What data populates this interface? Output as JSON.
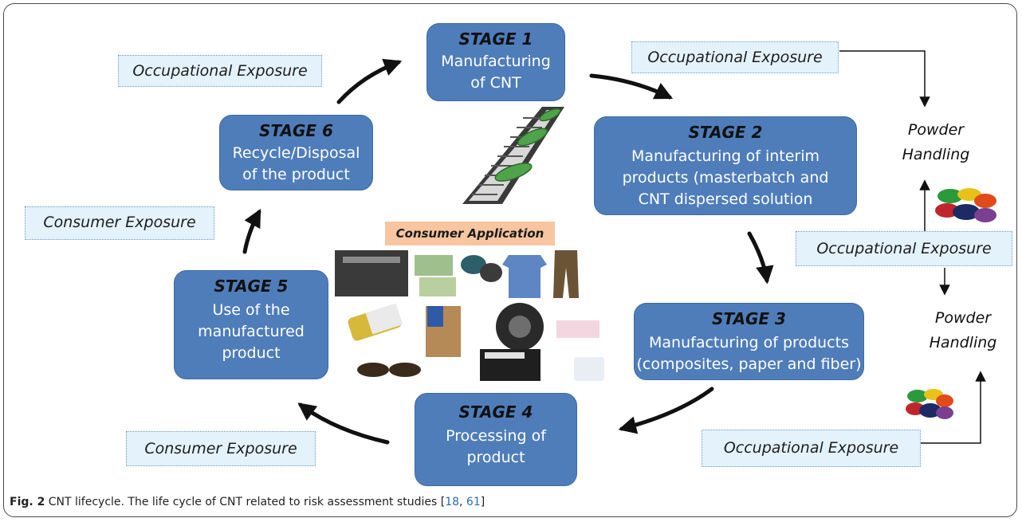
{
  "stages": [
    {
      "title": "STAGE 1",
      "desc": "Manufacturing\nof CNT"
    },
    {
      "title": "STAGE 2",
      "desc": "Manufacturing of interim\nproducts (masterbatch and\nCNT dispersed solution"
    },
    {
      "title": "STAGE 3",
      "desc": "Manufacturing of products\n(composites, paper and fiber)"
    },
    {
      "title": "STAGE 4",
      "desc": "Processing of\nproduct"
    },
    {
      "title": "STAGE 5",
      "desc": "Use of the\nmanufactured\nproduct"
    },
    {
      "title": "STAGE 6",
      "desc": "Recycle/Disposal\nof the product"
    }
  ],
  "exposures": {
    "occupational_top_left": "Occupational Exposure",
    "occupational_top_right": "Occupational Exposure",
    "occupational_middle_right": "Occupational Exposure",
    "occupational_bottom_right": "Occupational Exposure",
    "consumer_left": "Consumer Exposure",
    "consumer_bottom_left": "Consumer Exposure"
  },
  "powder_handling": {
    "upper": "Powder\nHandling",
    "lower": "Powder\nHandling"
  },
  "consumer_application": "Consumer Application",
  "caption": {
    "label": "Fig. 2",
    "text": " CNT lifecycle. The life cycle of CNT related to risk assessment studies [",
    "ref1": "18",
    "sep": ", ",
    "ref2": "61",
    "end": "]"
  },
  "colors": {
    "stage_fill": "#4f7dba",
    "exposure_fill": "#e4f2fb",
    "consumer_label_fill": "#f7c5a0",
    "arrow": "#111111"
  }
}
